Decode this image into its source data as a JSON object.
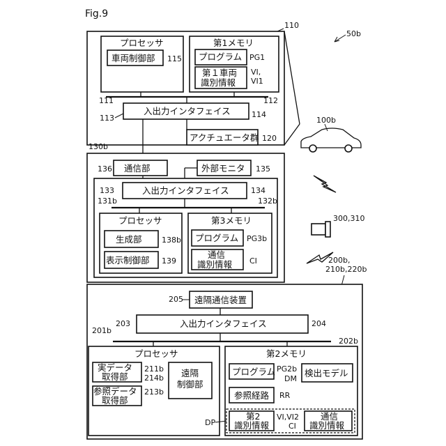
{
  "figure": {
    "title": "Fig.9"
  },
  "refs": {
    "vehicle_system": "50b",
    "vehicle_ctrl": "110",
    "processor1": "111",
    "memory1": "112",
    "io1": "113",
    "io1_right": "114",
    "vehicle_control_unit": "115",
    "actuators": "120",
    "ext_device": "130b",
    "processor3": "131b",
    "memory3": "132b",
    "io3": "133",
    "io3_right": "134",
    "ext_monitor": "135",
    "comm_unit": "136",
    "generation_unit": "138b",
    "display_control_unit": "139",
    "car": "100b",
    "camera": "300,310",
    "server": "200b,\n210b,220b",
    "remote_comm": "205",
    "io2": "203",
    "io2_right": "204",
    "processor2": "201b",
    "memory2": "202b",
    "actual_data": "211b",
    "remote_control": "214b",
    "reference_data": "213b",
    "pg1": "PG1",
    "vi_vi1": "VI,\nVI1",
    "pg3b": "PG3b",
    "ci3": "CI",
    "pg2b": "PG2b",
    "dm": "DM",
    "rr": "RR",
    "vi_vi2": "VI,VI2",
    "ci2": "CI",
    "dp": "DP"
  },
  "labels": {
    "processor": "プロセッサ",
    "memory1": "第1メモリ",
    "vehicle_control_unit": "車両制御部",
    "program": "プログラム",
    "vehicle1_id": "第１車両\n識別情報",
    "io_interface": "入出力インタフェイス",
    "actuators": "アクチュエータ群",
    "comm_unit": "通信部",
    "ext_monitor": "外部モニタ",
    "memory3": "第3メモリ",
    "generation_unit": "生成部",
    "display_control_unit": "表示制御部",
    "comm_id": "通信\n識別情報",
    "remote_comm_device": "遠隔通信装置",
    "memory2": "第2メモリ",
    "actual_data": "実データ\n取得部",
    "remote_control": "遠隔\n制御部",
    "reference_data": "参照データ\n取得部",
    "detection_model": "検出モデル",
    "reference_route": "参照経路",
    "second_id": "第2\n識別情報"
  }
}
